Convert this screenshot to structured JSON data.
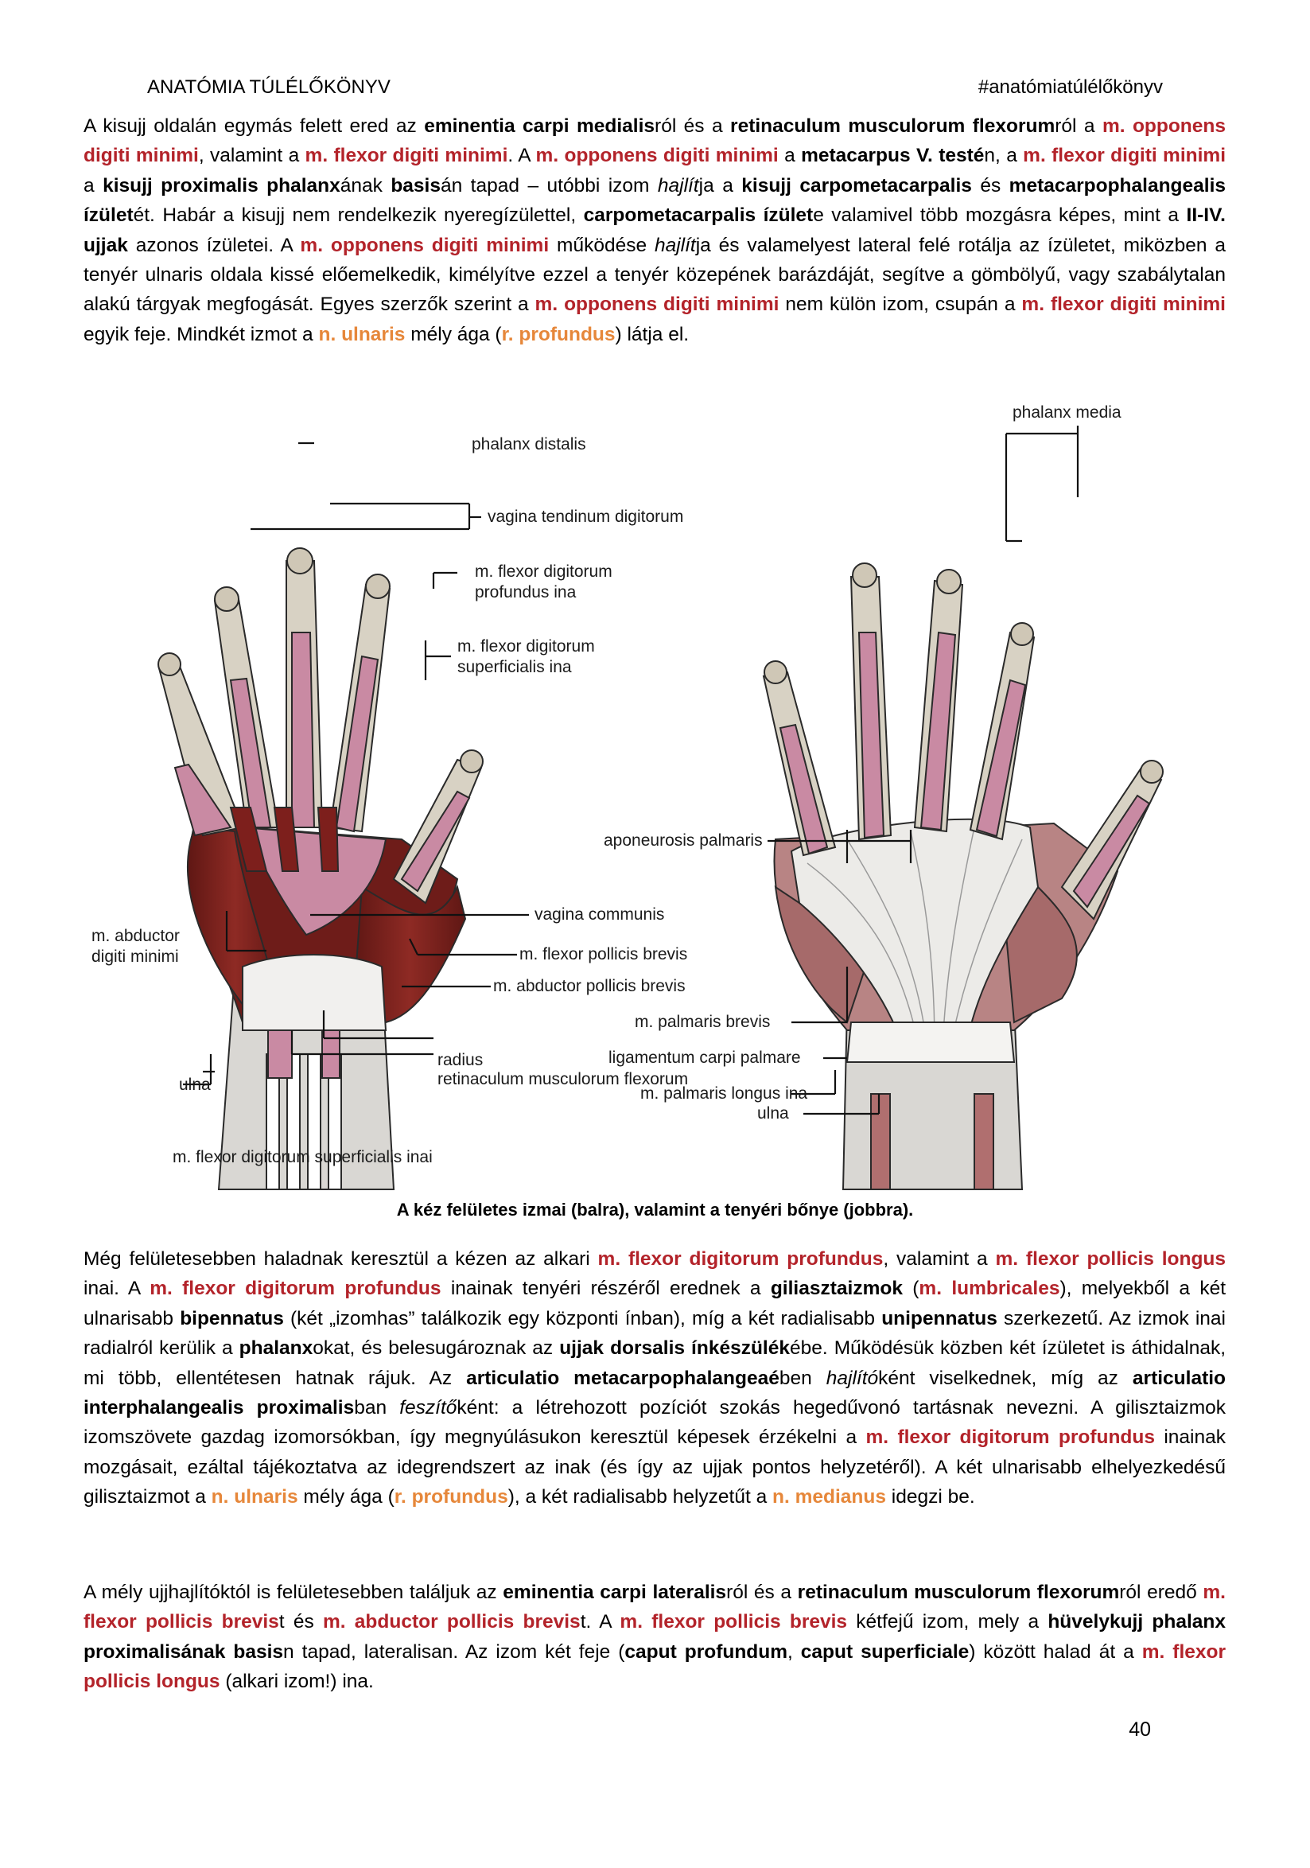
{
  "header": {
    "title": "ANATÓMIA TÚLÉLŐKÖNYV",
    "hashtag": "#anatómiatúlélőkönyv"
  },
  "paragraph1": [
    {
      "t": "A kisujj oldalán egymás felett ered az ",
      "s": "n"
    },
    {
      "t": "eminentia carpi medialis",
      "s": "b"
    },
    {
      "t": "ról és a ",
      "s": "n"
    },
    {
      "t": "retinaculum musculorum flexorum",
      "s": "b"
    },
    {
      "t": "ról a ",
      "s": "n"
    },
    {
      "t": "m. opponens digiti minimi",
      "s": "r"
    },
    {
      "t": ", valamint a ",
      "s": "n"
    },
    {
      "t": "m. flexor digiti minimi",
      "s": "r"
    },
    {
      "t": ". A ",
      "s": "n"
    },
    {
      "t": "m. opponens digiti minimi",
      "s": "r"
    },
    {
      "t": " a ",
      "s": "n"
    },
    {
      "t": "metacarpus V. testé",
      "s": "b"
    },
    {
      "t": "n, a ",
      "s": "n"
    },
    {
      "t": "m. flexor digiti minimi",
      "s": "r"
    },
    {
      "t": " a ",
      "s": "n"
    },
    {
      "t": "kisujj proximalis phalanx",
      "s": "b"
    },
    {
      "t": "ának ",
      "s": "n"
    },
    {
      "t": "basis",
      "s": "b"
    },
    {
      "t": "án tapad – utóbbi izom ",
      "s": "n"
    },
    {
      "t": "hajlít",
      "s": "i"
    },
    {
      "t": "ja a ",
      "s": "n"
    },
    {
      "t": "kisujj carpometacarpalis",
      "s": "b"
    },
    {
      "t": " és ",
      "s": "n"
    },
    {
      "t": "metacarpophalangealis ízület",
      "s": "b"
    },
    {
      "t": "ét. Habár a kisujj nem rendelkezik nyeregízülettel, ",
      "s": "n"
    },
    {
      "t": "carpometacarpalis ízület",
      "s": "b"
    },
    {
      "t": "e valamivel több mozgásra képes, mint a ",
      "s": "n"
    },
    {
      "t": "II-IV. ujjak",
      "s": "b"
    },
    {
      "t": " azonos ízületei. A ",
      "s": "n"
    },
    {
      "t": "m. opponens digiti minimi",
      "s": "r"
    },
    {
      "t": " működése ",
      "s": "n"
    },
    {
      "t": "hajlít",
      "s": "i"
    },
    {
      "t": "ja és valamelyest lateral felé rotálja az ízületet, miközben a tenyér ulnaris oldala kissé előemelkedik, kimélyítve ezzel a tenyér közepének barázdáját, segítve a gömbölyű, vagy szabálytalan alakú tárgyak megfogását. Egyes szerzők szerint a ",
      "s": "n"
    },
    {
      "t": "m. opponens digiti minimi",
      "s": "r"
    },
    {
      "t": " nem külön izom, csupán a ",
      "s": "n"
    },
    {
      "t": "m. flexor digiti minimi",
      "s": "r"
    },
    {
      "t": " egyik feje. Mindkét izmot a ",
      "s": "n"
    },
    {
      "t": "n. ulnaris",
      "s": "o"
    },
    {
      "t": " mély ága (",
      "s": "n"
    },
    {
      "t": "r. profundus",
      "s": "o"
    },
    {
      "t": ") látja el.",
      "s": "n"
    }
  ],
  "figure_labels": {
    "phalanx_distalis": "phalanx distalis",
    "vagina_tendinum": "vagina tendinum digitorum",
    "fdp_ina_1": "m. flexor digitorum",
    "fdp_ina_2": "profundus ina",
    "fds_ina_1": "m. flexor digitorum",
    "fds_ina_2": "superficialis ina",
    "aponeurosis": "aponeurosis palmaris",
    "vagina_communis": "vagina communis",
    "abductor_dm_1": "m. abductor",
    "abductor_dm_2": "digiti minimi",
    "fpb": "m. flexor pollicis brevis",
    "apb": "m. abductor pollicis brevis",
    "palmaris_brevis": "m. palmaris brevis",
    "lig_carpi": "ligamentum carpi palmare",
    "radius": "radius",
    "retinaculum": "retinaculum musculorum flexorum",
    "palmaris_longus": "m. palmaris longus ina",
    "ulna_left": "ulna",
    "ulna_right": "ulna",
    "fds_inai": "m. flexor digitorum superficialis inai",
    "phalanx_media": "phalanx media"
  },
  "caption": "A kéz felületes izmai (balra), valamint a tenyéri bőnye (jobbra).",
  "paragraph2": [
    {
      "t": "Még felületesebben haladnak keresztül a kézen az alkari ",
      "s": "n"
    },
    {
      "t": "m. flexor digitorum profundus",
      "s": "r"
    },
    {
      "t": ", valamint a ",
      "s": "n"
    },
    {
      "t": "m. flexor pollicis longus",
      "s": "r"
    },
    {
      "t": " inai. A ",
      "s": "n"
    },
    {
      "t": "m. flexor digitorum profundus",
      "s": "r"
    },
    {
      "t": " inainak tenyéri részéről erednek a ",
      "s": "n"
    },
    {
      "t": "giliasztaizmok",
      "s": "b"
    },
    {
      "t": " (",
      "s": "n"
    },
    {
      "t": "m. lumbricales",
      "s": "r"
    },
    {
      "t": "), melyekből a két ulnarisabb ",
      "s": "n"
    },
    {
      "t": "bipennatus",
      "s": "b"
    },
    {
      "t": " (két „izomhas” találkozik egy központi ínban), míg a két radialisabb ",
      "s": "n"
    },
    {
      "t": "unipennatus",
      "s": "b"
    },
    {
      "t": " szerkezetű. Az izmok inai radialról kerülik a ",
      "s": "n"
    },
    {
      "t": "phalanx",
      "s": "b"
    },
    {
      "t": "okat, és belesugároznak az ",
      "s": "n"
    },
    {
      "t": "ujjak dorsalis ínkészülék",
      "s": "b"
    },
    {
      "t": "ébe. Működésük közben két ízületet is áthidalnak, mi több, ellentétesen hatnak rájuk. Az ",
      "s": "n"
    },
    {
      "t": "articulatio metacarpophalangeaé",
      "s": "b"
    },
    {
      "t": "ben ",
      "s": "n"
    },
    {
      "t": "hajlító",
      "s": "i"
    },
    {
      "t": "ként viselkednek, míg az ",
      "s": "n"
    },
    {
      "t": "articulatio interphalangealis proximalis",
      "s": "b"
    },
    {
      "t": "ban ",
      "s": "n"
    },
    {
      "t": "feszítő",
      "s": "i"
    },
    {
      "t": "ként: a létrehozott pozíciót szokás hegedűvonó tartásnak nevezni. A gilisztaizmok izomszövete gazdag izomorsókban, így megnyúlásukon keresztül képesek érzékelni a ",
      "s": "n"
    },
    {
      "t": "m. flexor digitorum profundus",
      "s": "r"
    },
    {
      "t": " inainak mozgásait, ezáltal tájékoztatva az idegrendszert az inak (és így az ujjak pontos helyzetéről). A két ulnarisabb elhelyezkedésű gilisztaizmot a ",
      "s": "n"
    },
    {
      "t": "n. ulnaris",
      "s": "o"
    },
    {
      "t": " mély ága (",
      "s": "n"
    },
    {
      "t": "r. profundus",
      "s": "o"
    },
    {
      "t": "), a két radialisabb helyzetűt a ",
      "s": "n"
    },
    {
      "t": "n. medianus",
      "s": "o"
    },
    {
      "t": " idegzi be.",
      "s": "n"
    }
  ],
  "paragraph3": [
    {
      "t": "A mély ujjhajlítóktól is felületesebben találjuk az ",
      "s": "n"
    },
    {
      "t": "eminentia carpi lateralis",
      "s": "b"
    },
    {
      "t": "ról és a ",
      "s": "n"
    },
    {
      "t": "retinaculum musculorum flexorum",
      "s": "b"
    },
    {
      "t": "ról eredő ",
      "s": "n"
    },
    {
      "t": "m. flexor pollicis brevis",
      "s": "r"
    },
    {
      "t": "t és ",
      "s": "n"
    },
    {
      "t": "m. abductor pollicis brevis",
      "s": "r"
    },
    {
      "t": "t. A ",
      "s": "n"
    },
    {
      "t": "m. flexor pollicis brevis",
      "s": "r"
    },
    {
      "t": " kétfejű izom, mely a ",
      "s": "n"
    },
    {
      "t": "hüvelykujj phalanx proximalisának basis",
      "s": "b"
    },
    {
      "t": "n tapad, lateralisan. Az izom két feje (",
      "s": "n"
    },
    {
      "t": "caput profundum",
      "s": "b"
    },
    {
      "t": ", ",
      "s": "n"
    },
    {
      "t": "caput superficiale",
      "s": "b"
    },
    {
      "t": ") között halad át a ",
      "s": "n"
    },
    {
      "t": "m. flexor pollicis longus",
      "s": "r"
    },
    {
      "t": " (alkari izom!) ina.",
      "s": "n"
    }
  ],
  "page_number": "40",
  "colors": {
    "red_term": "#b3232a",
    "orange_term": "#e6873a",
    "muscle": "#7d1f1c",
    "tendon_sheath": "#c98aa3",
    "bone": "#d8d2c4",
    "aponeurosis": "#ecebe8"
  }
}
